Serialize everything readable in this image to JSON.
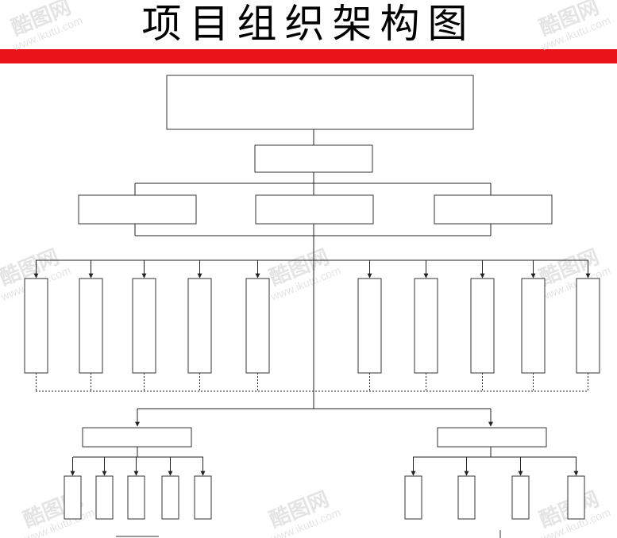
{
  "title": "项目组织架构图",
  "colors": {
    "accent_bar": "#e8141a",
    "line": "#222222",
    "box_border": "#333333",
    "watermark": "#cfcfcf"
  },
  "watermark": {
    "brand": "酷图网",
    "site": "www.ikutu.com"
  }
}
